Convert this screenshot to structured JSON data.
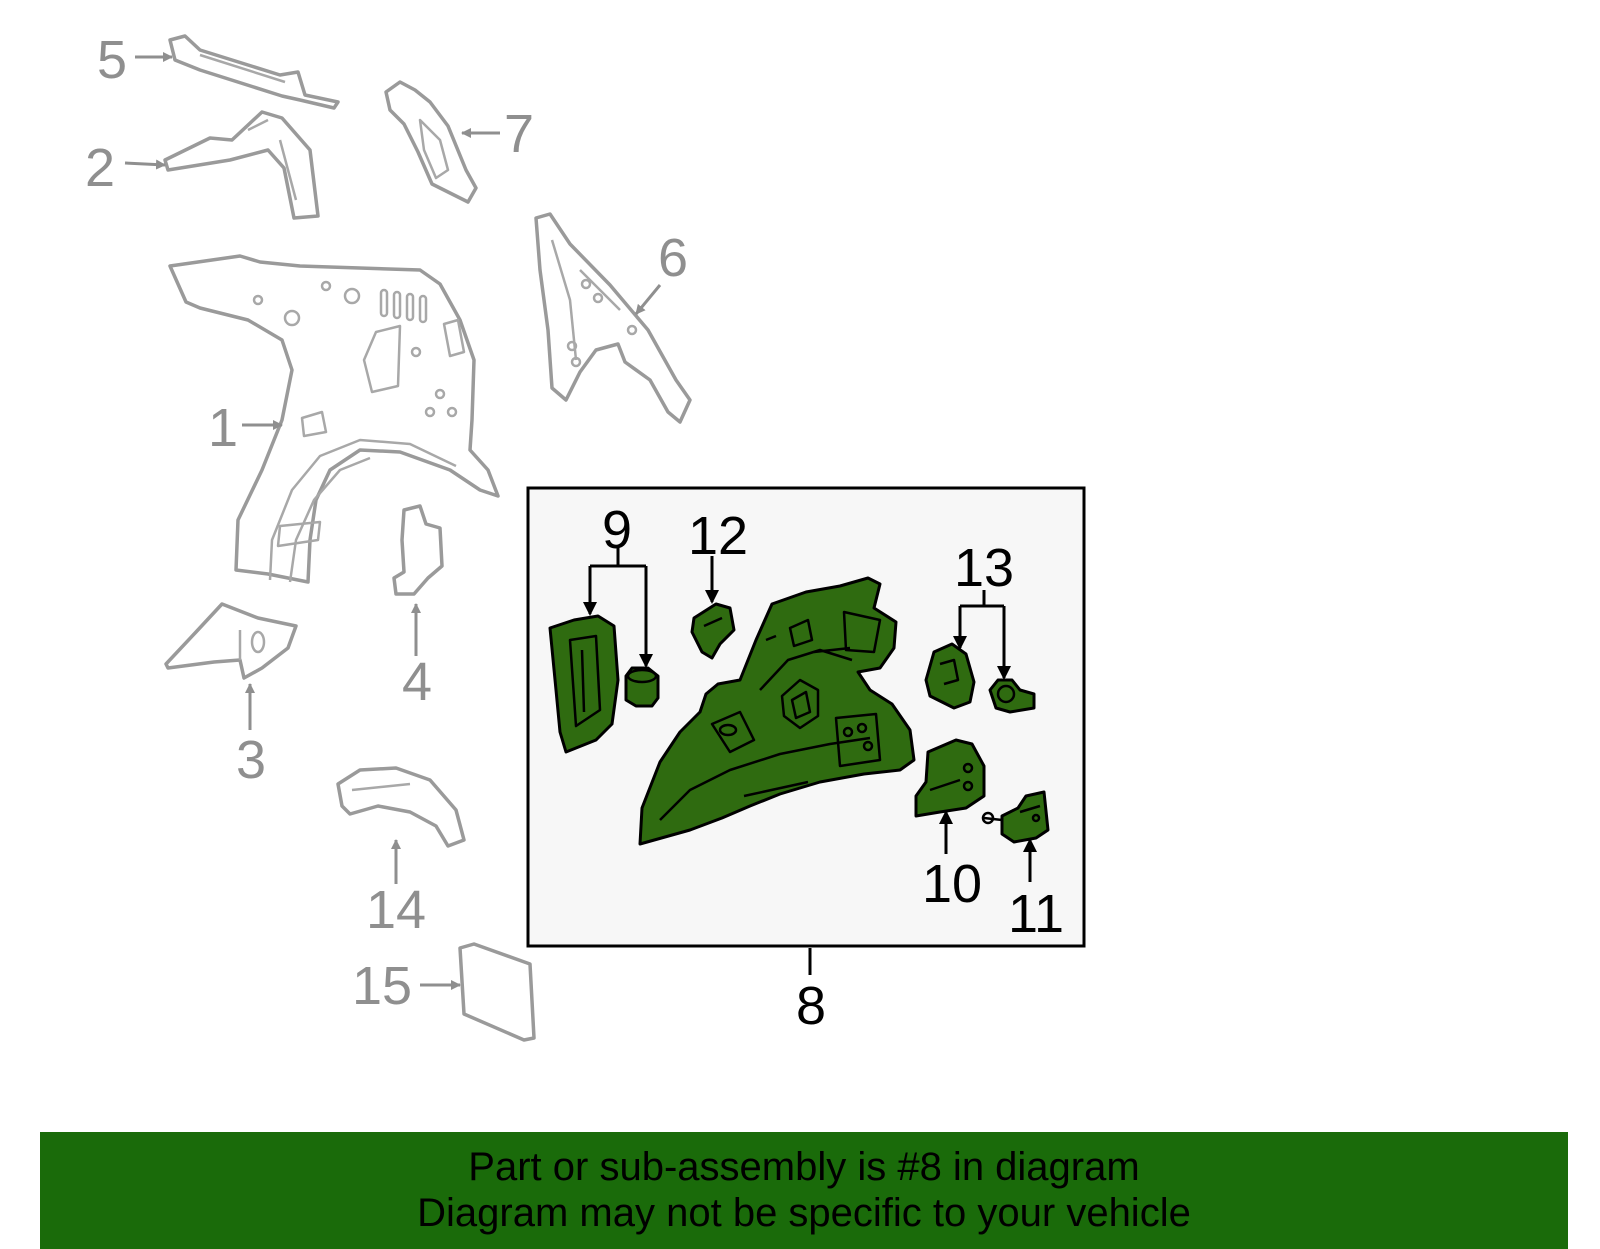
{
  "colors": {
    "highlight_fill": "#2f6b10",
    "callout_gray": "#8f8f8f",
    "inset_background": "#f7f7f7",
    "banner_background": "#1a6b0a"
  },
  "callouts": {
    "c1": "1",
    "c2": "2",
    "c3": "3",
    "c4": "4",
    "c5": "5",
    "c6": "6",
    "c7": "7",
    "c8": "8",
    "c9": "9",
    "c10": "10",
    "c11": "11",
    "c12": "12",
    "c13": "13",
    "c14": "14",
    "c15": "15"
  },
  "banner": {
    "line1": "Part or sub-assembly is #8 in diagram",
    "line2": "Diagram may not be specific to your vehicle"
  }
}
